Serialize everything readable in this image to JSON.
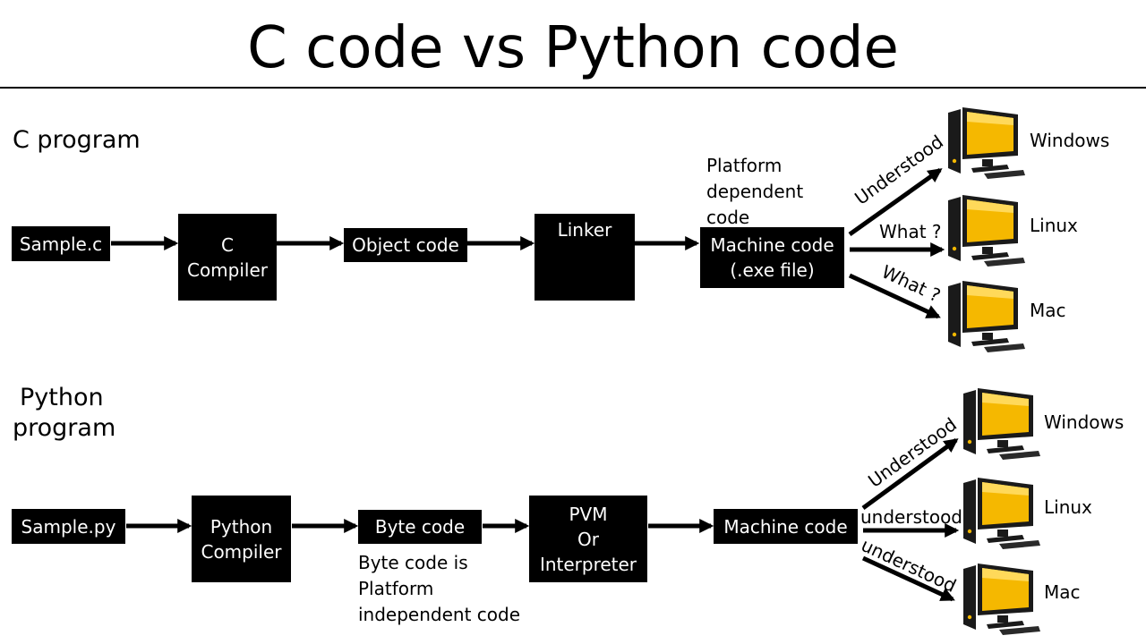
{
  "title": "C code vs Python code",
  "c_section": {
    "label": "C program",
    "boxes": {
      "source": "Sample.c",
      "compiler": [
        "C",
        "Compiler"
      ],
      "object": "Object code",
      "linker": "Linker",
      "machine": [
        "Machine code",
        "(.exe file)"
      ]
    },
    "note": [
      "Platform",
      "dependent",
      "code"
    ],
    "edges": [
      "Understood",
      "What ?",
      "What ?"
    ],
    "os": [
      "Windows",
      "Linux",
      "Mac"
    ]
  },
  "py_section": {
    "label": [
      "Python",
      "program"
    ],
    "boxes": {
      "source": "Sample.py",
      "compiler": [
        "Python",
        "Compiler"
      ],
      "bytecode": "Byte code",
      "pvm": [
        "PVM",
        "Or",
        "Interpreter"
      ],
      "machine": "Machine code"
    },
    "note": [
      "Byte code is",
      "Platform",
      "independent code"
    ],
    "edges": [
      "Understood",
      "understood",
      "understood"
    ],
    "os": [
      "Windows",
      "Linux",
      "Mac"
    ]
  },
  "colors": {
    "box": "#000000",
    "monitor_screen": "#f5b800",
    "monitor_frame": "#1a1a1a",
    "text": "#000000"
  },
  "icons": [
    "computer-icon"
  ]
}
